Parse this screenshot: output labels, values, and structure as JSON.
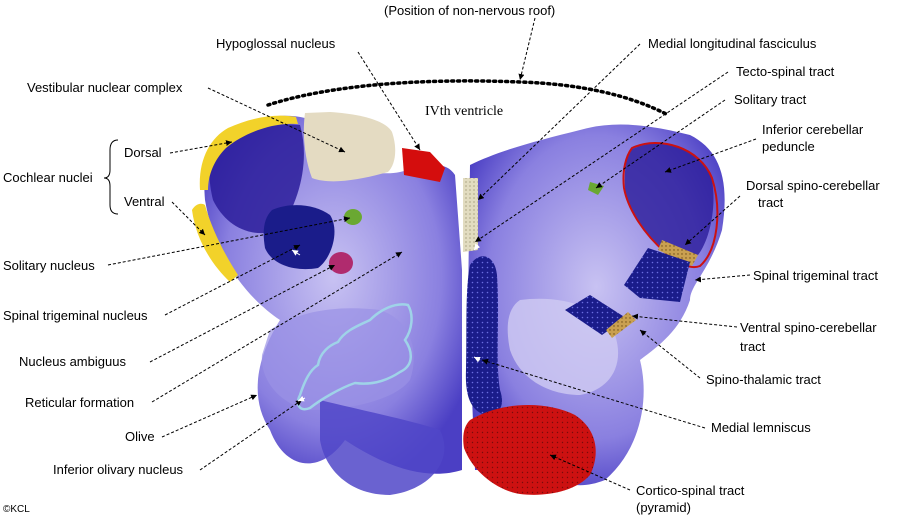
{
  "labels": {
    "roof": "(Position of non-nervous roof)",
    "hypoglossal": "Hypoglossal nucleus",
    "mlf": "Medial longitudinal  fasciculus",
    "tectospinal": "Tecto-spinal tract",
    "vestibular": "Vestibular nuclear complex",
    "ventricle": "IVth ventricle",
    "solitary_tract": "Solitary tract",
    "icp_line1": "Inferior cerebellar",
    "icp_line2": "peduncle",
    "cochlear": "Cochlear nuclei",
    "dorsal": "Dorsal",
    "ventral": "Ventral",
    "dscb_line1": "Dorsal spino-cerebellar",
    "dscb_line2": "tract",
    "solitary_nucleus": "Solitary nucleus",
    "spinal_trigeminal_tract": "Spinal trigeminal tract",
    "spinal_trigeminal_nucleus": "Spinal trigeminal nucleus",
    "vscb_line1": "Ventral spino-cerebellar",
    "vscb_line2": "tract",
    "ambiguus": "Nucleus ambiguus",
    "spinothalamic": "Spino-thalamic tract",
    "reticular": "Reticular formation",
    "olive": "Olive",
    "medial_lemniscus": "Medial lemniscus",
    "inferior_olivary": "Inferior olivary nucleus",
    "corticospinal_line1": "Cortico-spinal tract",
    "corticospinal_line2": "(pyramid)",
    "copyright": "©KCL"
  },
  "colors": {
    "tissue": "#5a4fd0",
    "tissue_light": "#b9b2ec",
    "cochlear_yellow": "#f2d22a",
    "vestibular_beige": "#e4dbc2",
    "hypoglossal_red": "#d40d0d",
    "solitary_green": "#6aa832",
    "ambiguus_magenta": "#b02b6e",
    "tract_blue": "#1a1c8a",
    "pyramid_red": "#cc1111",
    "dscb_tan": "#c9a050",
    "mlf_stipple": "#ddd7b8",
    "olive_outline": "#9fd3e8",
    "icp_outline": "#cc1111"
  }
}
